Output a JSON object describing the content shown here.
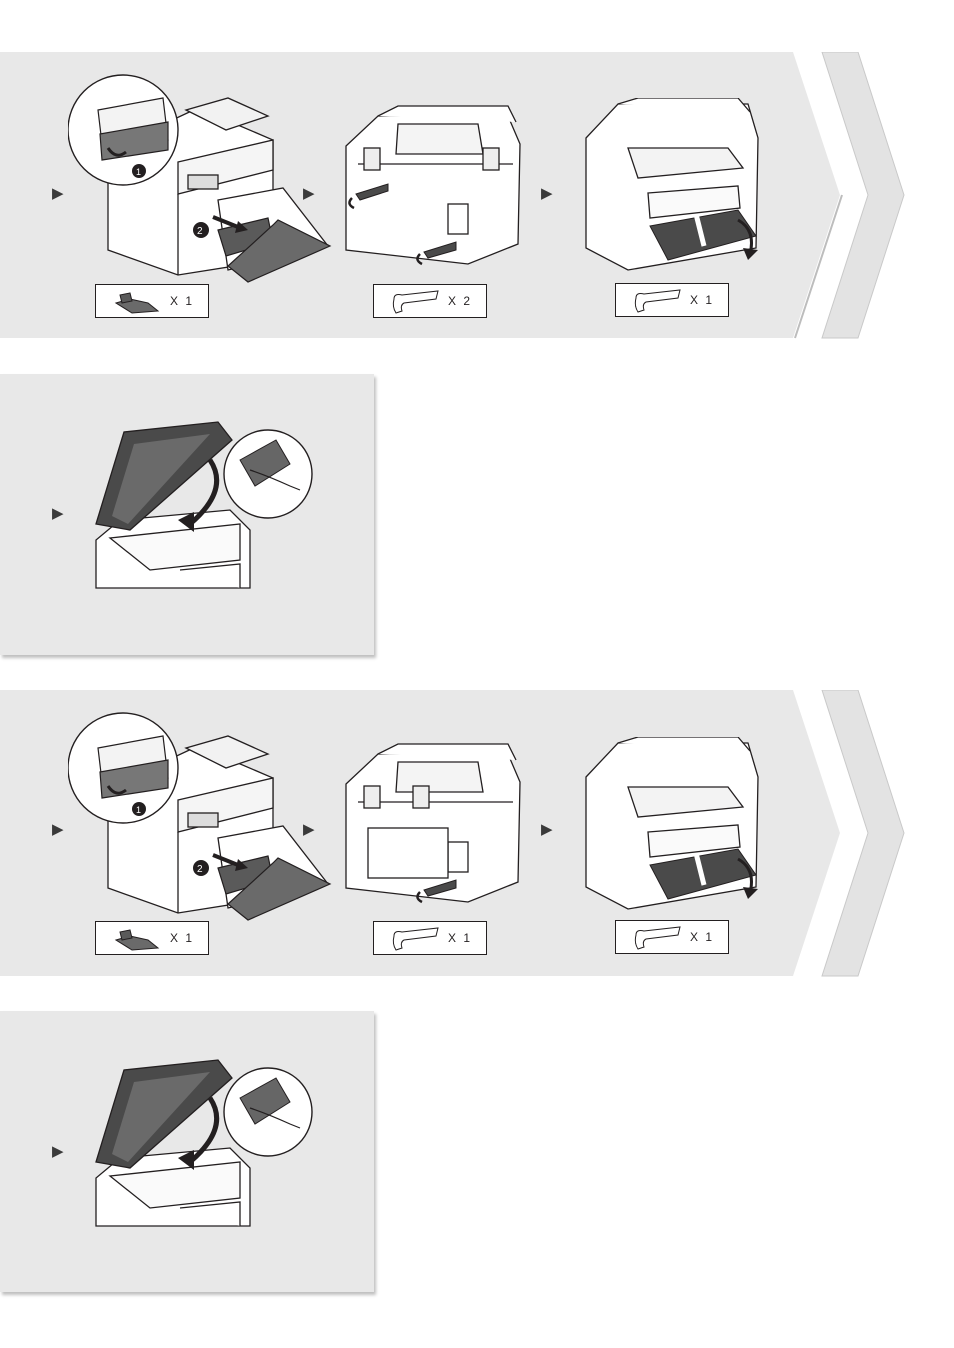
{
  "step_arrow_glyph": "▶",
  "row1": {
    "items": [
      {
        "qty_label": "X 1",
        "part_icon": "packing-material-icon"
      },
      {
        "qty_label": "X 2",
        "part_icon": "tape-strip-icon"
      },
      {
        "qty_label": "X 1",
        "part_icon": "tape-strip-icon"
      }
    ]
  },
  "row2": {
    "items": [
      {
        "qty_label": "X 1",
        "part_icon": "packing-material-icon"
      },
      {
        "qty_label": "X 1",
        "part_icon": "tape-strip-icon"
      },
      {
        "qty_label": "X 1",
        "part_icon": "tape-strip-icon"
      }
    ]
  },
  "colors": {
    "band_bg": "#e8e8e8",
    "chevron": "#e3e3e3",
    "line": "#231f20",
    "dark_part": "#4a4a4a"
  }
}
